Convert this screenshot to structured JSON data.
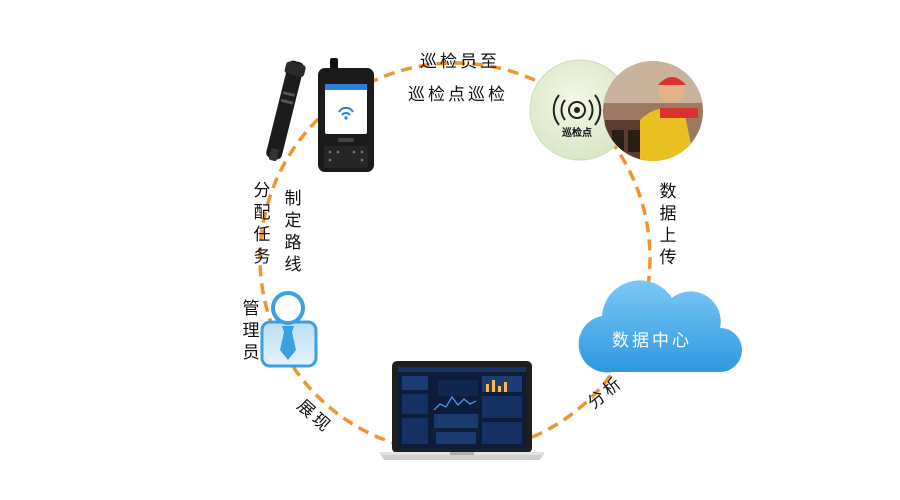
{
  "labels": {
    "top_line1": "巡检员至",
    "top_line2": "巡检点巡检",
    "right_upload": "数据上传",
    "cloud": "数据中心",
    "analysis": "分析",
    "display": "展现",
    "admin": "管理员",
    "assign": "分配任务",
    "route": "制定路线",
    "tag_text": "巡检点"
  },
  "colors": {
    "ring": "#f0942e",
    "cloud": "#3ba5e6",
    "person": "#3b9fe0",
    "laptop_screen": "#0d1d3a"
  },
  "icons": [
    "flashlight-icon",
    "handheld-terminal-icon",
    "nfc-tag-icon",
    "inspector-photo-icon",
    "cloud-icon",
    "laptop-icon",
    "admin-person-icon"
  ]
}
